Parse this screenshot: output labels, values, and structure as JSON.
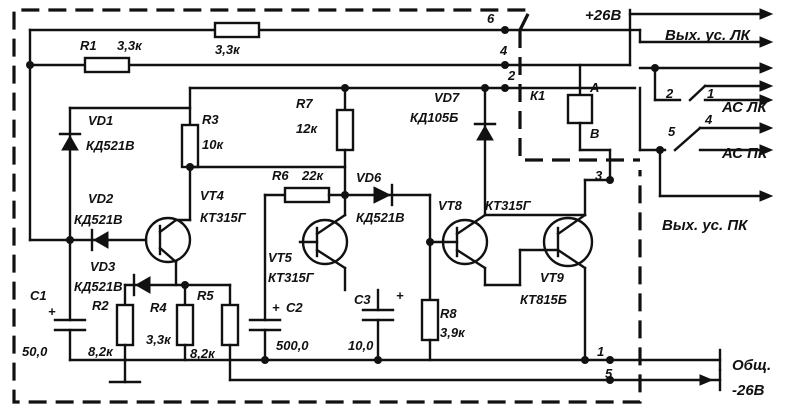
{
  "power": {
    "plus": "+26В",
    "minus": "-26В",
    "common": "Общ."
  },
  "outputs": {
    "amp_left": "Вых. ус. ЛК",
    "amp_right": "Вых. ус. ПК",
    "speaker_left": "АС ЛК",
    "speaker_right": "АС ПК"
  },
  "relay": {
    "name": "К1",
    "pin_a": "А",
    "pin_b": "В"
  },
  "terminals": [
    "6",
    "4",
    "2",
    "3",
    "1",
    "5"
  ],
  "contacts": [
    "2",
    "1",
    "5",
    "4"
  ],
  "components": {
    "R1": {
      "name": "R1",
      "value": "3,3к"
    },
    "R_top": {
      "value": "3,3к"
    },
    "R2": {
      "name": "R2",
      "value": "8,2к"
    },
    "R3": {
      "name": "R3",
      "value": "10к"
    },
    "R4": {
      "name": "R4",
      "value": "3,3к"
    },
    "R5": {
      "name": "R5",
      "value": "8,2к"
    },
    "R6": {
      "name": "R6",
      "value": "22к"
    },
    "R7": {
      "name": "R7",
      "value": "12к"
    },
    "R8": {
      "name": "R8",
      "value": "3,9к"
    },
    "C1": {
      "name": "C1",
      "value": "50,0",
      "polarity": "+"
    },
    "C2": {
      "name": "C2",
      "value": "500,0",
      "polarity": "+"
    },
    "C3": {
      "name": "C3",
      "value": "10,0",
      "polarity": "+"
    },
    "VD1": {
      "name": "VD1",
      "part": "КД521В"
    },
    "VD2": {
      "name": "VD2",
      "part": "КД521В"
    },
    "VD3": {
      "name": "VD3",
      "part": "КД521В"
    },
    "VD6": {
      "name": "VD6",
      "part": "КД521В"
    },
    "VD7": {
      "name": "VD7",
      "part": "КД105Б"
    },
    "VT4": {
      "name": "VT4",
      "part": "КТ315Г"
    },
    "VT5": {
      "name": "VT5",
      "part": "КТ315Г"
    },
    "VT8": {
      "name": "VT8",
      "part": "КТ315Г"
    },
    "VT9": {
      "name": "VT9",
      "part": "КТ815Б"
    }
  }
}
